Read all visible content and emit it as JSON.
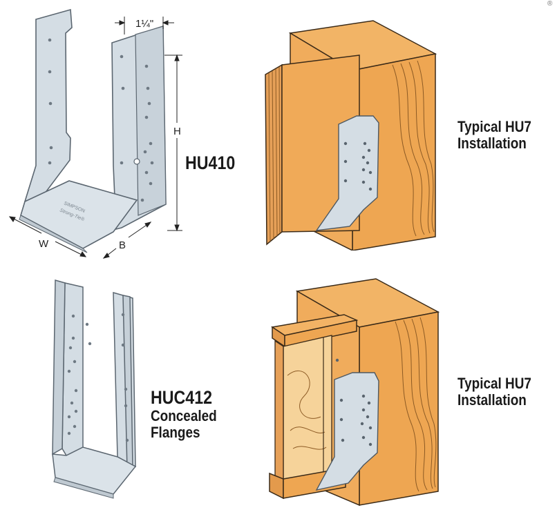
{
  "dimensions": {
    "width_label": "1¼\"",
    "height_label": "H",
    "width2_label": "W",
    "depth_label": "B"
  },
  "stamp": {
    "line1": "SIMPSON",
    "line2": "Strong-Tie®"
  },
  "labels": {
    "hu410": "HU410",
    "install_top_1": "Typical HU7",
    "install_top_2": "Installation",
    "huc412": "HUC412",
    "huc412_sub1": "Concealed",
    "huc412_sub2": "Flanges",
    "install_bottom_1": "Typical HU7",
    "install_bottom_2": "Installation"
  },
  "colors": {
    "wood": "#eea652",
    "wood_dark": "#d68a38",
    "steel": "#cfd8e0",
    "steel_edge": "#596570"
  },
  "corner_mark": "®"
}
